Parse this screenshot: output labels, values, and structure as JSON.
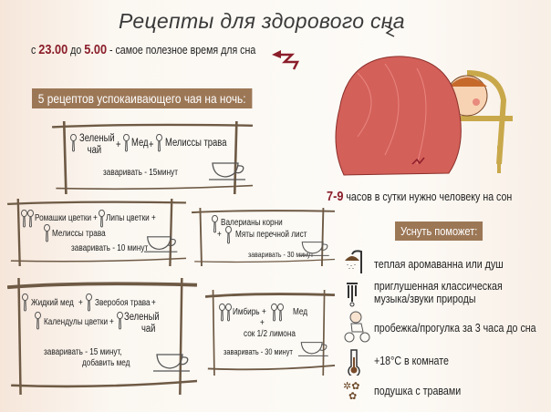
{
  "title": "Рецепты для здорового сна",
  "best_time": {
    "prefix": "с",
    "from": "23.00",
    "mid": "до",
    "to": "5.00",
    "suffix": "- самое полезное время для сна"
  },
  "tea_header": "5 рецептов успокаивающего чая на ночь:",
  "recipes": [
    {
      "ingredients": [
        "Зеленый чай",
        "+",
        "Мед",
        "+",
        "Мелиссы трава"
      ],
      "brew": "заваривать - 15минут"
    },
    {
      "ingredients": [
        "Ромашки цветки",
        "+",
        "Липы цветки",
        "+",
        "Мелиссы трава"
      ],
      "brew": "заваривать - 10 минут"
    },
    {
      "ingredients": [
        "Валерианы корни",
        "+",
        "Мяты перечной лист"
      ],
      "brew": "заваривать - 30 минут"
    },
    {
      "ingredients": [
        "Жидкий мед",
        "+",
        "Зверобоя трава",
        "+",
        "Календулы цветки",
        "+",
        "Зеленый чай"
      ],
      "brew": "заваривать - 15 минут,",
      "brew2": "добавить мед"
    },
    {
      "ingredients": [
        "Имбирь",
        "+",
        "Мед",
        "+",
        "сок 1/2 лимона"
      ],
      "brew": "заваривать - 30 минут"
    }
  ],
  "hours": {
    "value": "7-9",
    "text": "часов в сутки нужно человеку на сон"
  },
  "help_header": "Уснуть поможет:",
  "tips": [
    {
      "icon": "shower-icon",
      "text": "теплая аромаванна или душ"
    },
    {
      "icon": "wind-chime-icon",
      "text": "приглушенная классическая",
      "text2": "музыка/звуки природы"
    },
    {
      "icon": "cyclist-icon",
      "text": "пробежка/прогулка за 3 часа до сна"
    },
    {
      "icon": "thermometer-icon",
      "text": "+18°С в комнате"
    },
    {
      "icon": "herbs-icon",
      "text": "подушка с травами"
    }
  ],
  "colors": {
    "accent_red": "#8b1e2a",
    "label_brown": "#9c7756",
    "blanket": "#d4605a"
  }
}
